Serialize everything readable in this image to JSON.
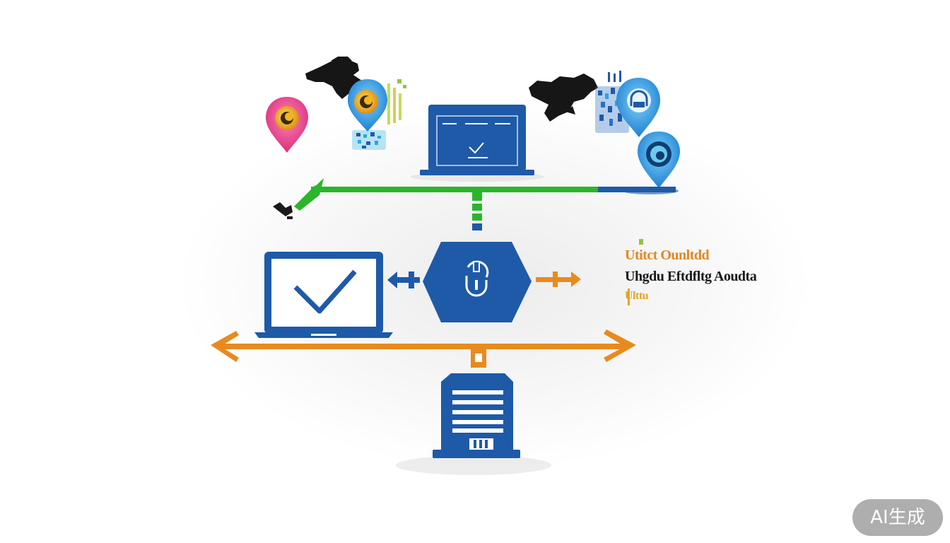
{
  "colors": {
    "blue": "#1e5aa8",
    "green": "#2bb52b",
    "orange": "#e98a1f",
    "black": "#1a1a1a",
    "pin_pink": "#e8438e",
    "pin_cyan": "#2aa7e0",
    "pin_yellow": "#f2b51b"
  },
  "nodes": [
    {
      "id": "top-laptop",
      "icon": "laptop-icon",
      "screen_icon": "checkmark-icon"
    },
    {
      "id": "left-laptop",
      "icon": "laptop-icon",
      "screen_icon": "checkmark-icon"
    },
    {
      "id": "hub",
      "icon": "hexagon-lock-icon"
    },
    {
      "id": "server",
      "icon": "server-icon"
    }
  ],
  "map_pins": [
    "location-pin-icon",
    "location-pin-icon",
    "location-pin-icon",
    "location-pin-icon"
  ],
  "world_maps": [
    "world-map-icon",
    "world-map-icon"
  ],
  "caption": {
    "line1": "Utitct Ounltdd",
    "line2": "Uhgdu Eftdfltg Aoudta",
    "line3": "Ulttu"
  },
  "badge": {
    "label": "AI生成"
  }
}
